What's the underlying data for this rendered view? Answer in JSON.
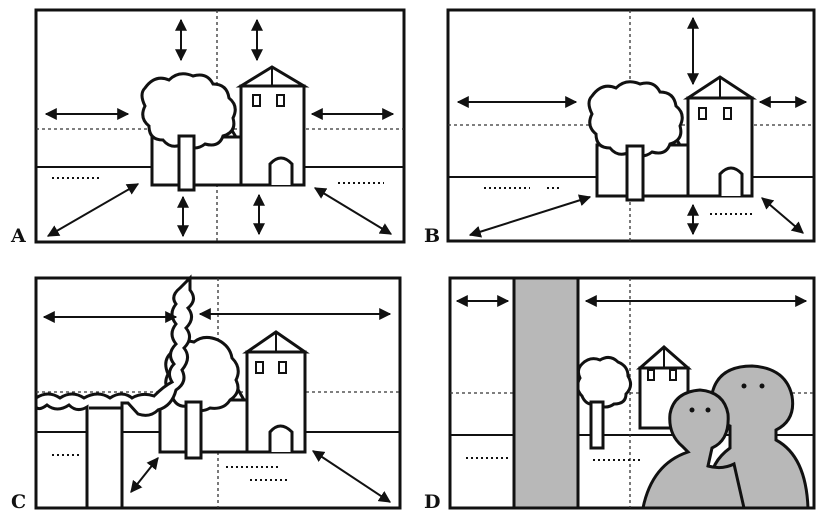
{
  "figure": {
    "panels": [
      {
        "label": "A"
      },
      {
        "label": "B"
      },
      {
        "label": "C"
      },
      {
        "label": "D"
      }
    ],
    "colors": {
      "ink": "#111111",
      "fill": "#ffffff",
      "shade": "#b8b8b8",
      "guide": "#333333"
    }
  }
}
